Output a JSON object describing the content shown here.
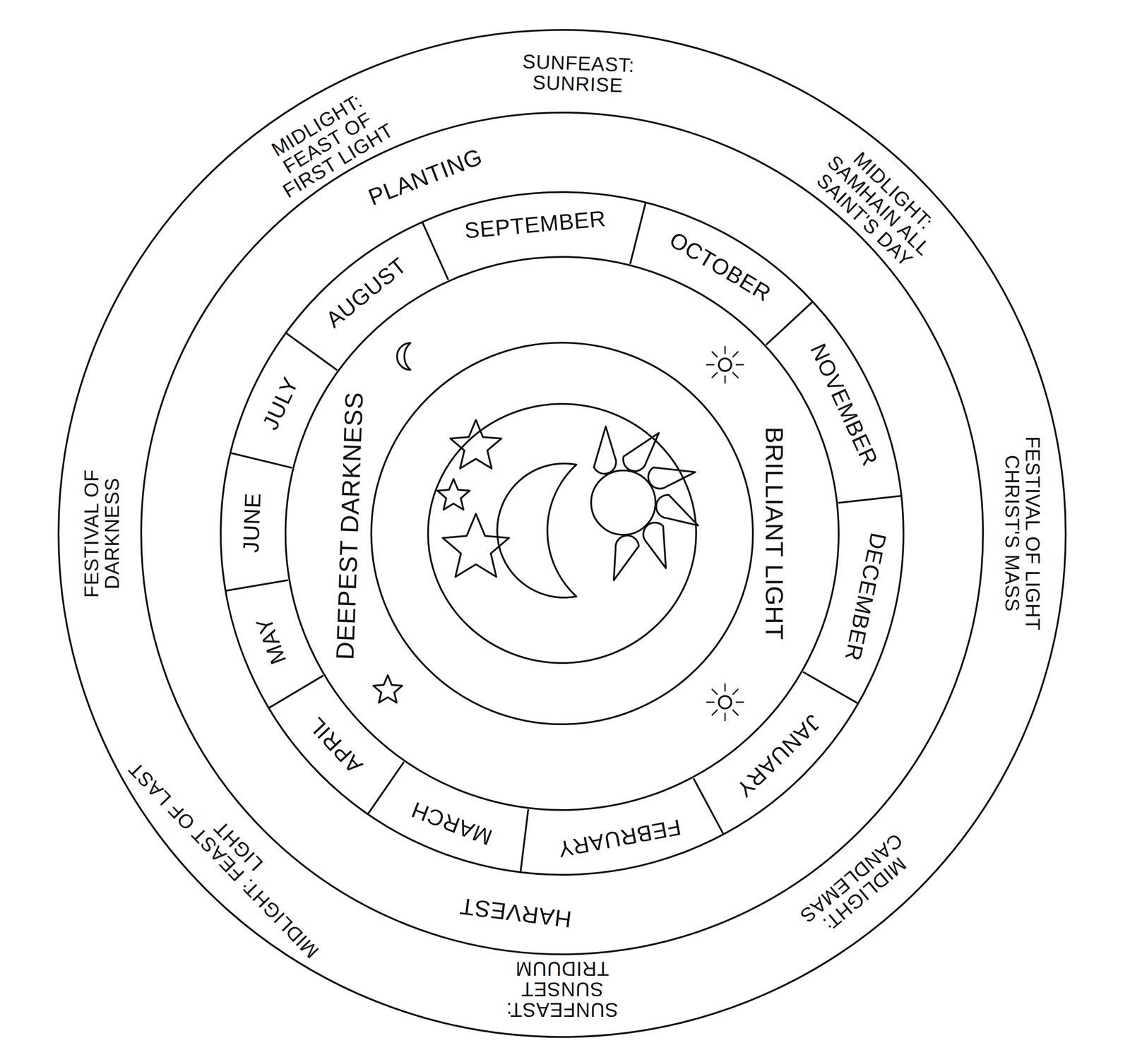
{
  "diagram": {
    "nodes": [
      {
        "text": [
          "SUNFEAST: SUNRISE",
          "MIDLIGHT: SAMHAIN ALL SAINT'S DAY",
          "FESTIVAL OF LIGHT CHRIST'S MASS",
          "MIDLIGHT: CANDLEMAS",
          "SUNFEAST: SUNSET TRIDUUM",
          "MIDLIGHT: FEAST OF LAST LIGHT",
          "FESTIVAL OF DARKNESS",
          "MIDLIGHT: FEAST OF FIRST LIGHT"
        ]
      },
      {
        "text": [
          "PLANTING",
          "HARVEST"
        ],
        "in": 0
      },
      {
        "text": [
          "SEPTEMBER",
          "OCTOBER",
          "NOVEMBER",
          "DECEMBER",
          "JANUARY",
          "FEBRUARY",
          "MARCH",
          "APRIL",
          "MAY",
          "JUNE",
          "JULY",
          "AUGUST"
        ],
        "in": 1
      },
      {
        "text": [
          "BRILLIANT LIGHT",
          "DEEPEST DARKNESS"
        ],
        "in": 2
      }
    ]
  }
}
